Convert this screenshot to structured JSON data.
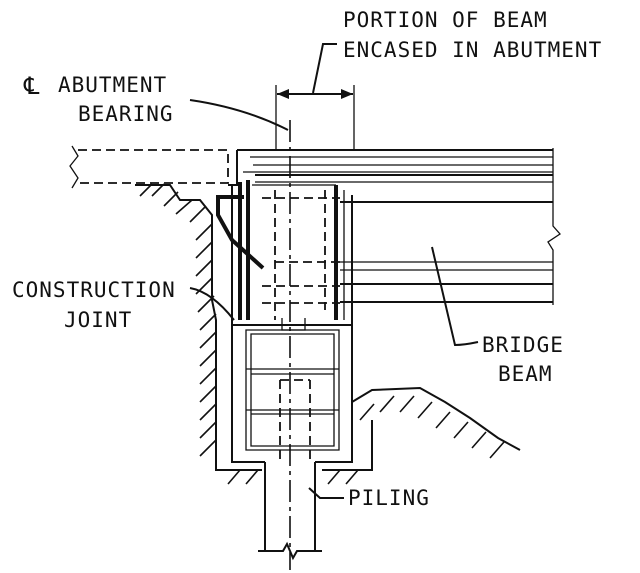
{
  "labels": {
    "portion_line1": "PORTION OF BEAM",
    "portion_line2": "ENCASED IN ABUTMENT",
    "centerline_symbol": "℄",
    "abutment_line1": "ABUTMENT",
    "abutment_line2": "BEARING",
    "construction_line1": "CONSTRUCTION",
    "construction_line2": "JOINT",
    "bridge_line1": "BRIDGE",
    "bridge_line2": "BEAM",
    "piling": "PILING"
  }
}
